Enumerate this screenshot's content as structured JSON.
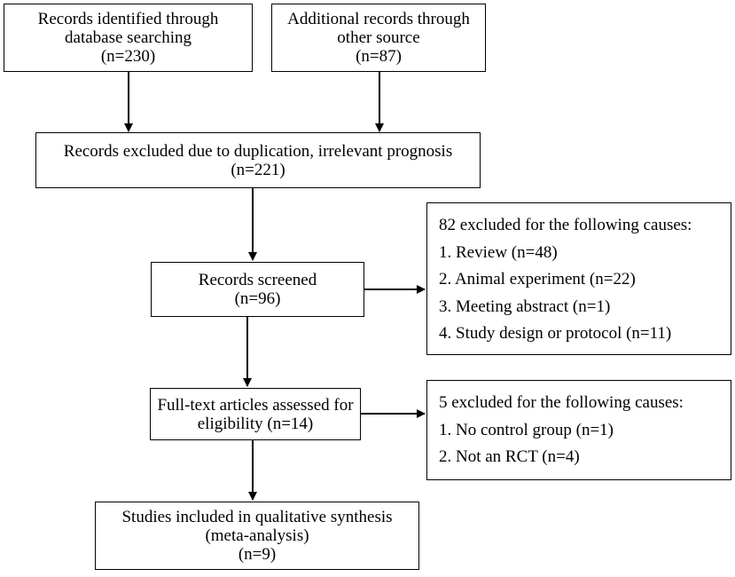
{
  "boxes": {
    "db_search": {
      "lines": [
        "Records identified through",
        "database searching",
        "(n=230)"
      ]
    },
    "other_source": {
      "lines": [
        "Additional records through",
        "other source",
        "(n=87)"
      ]
    },
    "excluded_dup": {
      "lines": [
        "Records excluded due to duplication, irrelevant prognosis",
        "(n=221)"
      ]
    },
    "screened": {
      "lines": [
        "Records screened",
        "(n=96)"
      ]
    },
    "excluded_82": {
      "lines": [
        "82 excluded for the following causes:",
        "1. Review (n=48)",
        "2. Animal experiment (n=22)",
        "3. Meeting abstract (n=1)",
        "4. Study design or protocol (n=11)"
      ]
    },
    "fulltext": {
      "lines": [
        "Full-text articles assessed for",
        "eligibility (n=14)"
      ]
    },
    "excluded_5": {
      "lines": [
        "5 excluded for the following causes:",
        "1. No control group (n=1)",
        "2. Not an RCT (n=4)"
      ]
    },
    "included": {
      "lines": [
        "Studies included in qualitative synthesis",
        "(meta-analysis)",
        "(n=9)"
      ]
    }
  }
}
